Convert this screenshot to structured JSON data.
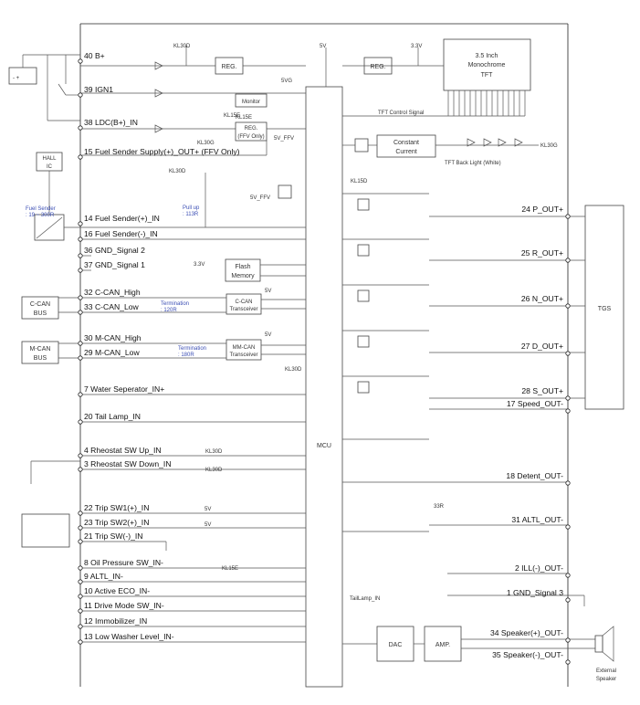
{
  "left_pins": [
    {
      "num": "40",
      "label": "B+"
    },
    {
      "num": "39",
      "label": "IGN1"
    },
    {
      "num": "38",
      "label": "LDC(B+)_IN"
    },
    {
      "num": "15",
      "label": "Fuel Sender Supply(+)_OUT+ (FFV Only)"
    },
    {
      "num": "14",
      "label": "Fuel Sender(+)_IN"
    },
    {
      "num": "16",
      "label": "Fuel Sender(-)_IN"
    },
    {
      "num": "36",
      "label": "GND_Signal 2"
    },
    {
      "num": "37",
      "label": "GND_Signal 1"
    },
    {
      "num": "32",
      "label": "C-CAN_High"
    },
    {
      "num": "33",
      "label": "C-CAN_Low"
    },
    {
      "num": "30",
      "label": "M-CAN_High"
    },
    {
      "num": "29",
      "label": "M-CAN_Low"
    },
    {
      "num": "7",
      "label": "Water Seperator_IN+"
    },
    {
      "num": "20",
      "label": "Tail Lamp_IN"
    },
    {
      "num": "4",
      "label": "Rheostat SW Up_IN"
    },
    {
      "num": "3",
      "label": "Rheostat SW Down_IN"
    },
    {
      "num": "22",
      "label": "Trip SW1(+)_IN"
    },
    {
      "num": "23",
      "label": "Trip SW2(+)_IN"
    },
    {
      "num": "21",
      "label": "Trip SW(-)_IN"
    },
    {
      "num": "8",
      "label": "Oil Pressure SW_IN-"
    },
    {
      "num": "9",
      "label": "ALTL_IN-"
    },
    {
      "num": "10",
      "label": "Active ECO_IN-"
    },
    {
      "num": "11",
      "label": "Drive Mode SW_IN-"
    },
    {
      "num": "12",
      "label": "Immobilizer_IN"
    },
    {
      "num": "13",
      "label": "Low Washer Level_IN-"
    }
  ],
  "right_pins": [
    {
      "num": "24",
      "label": "P_OUT+"
    },
    {
      "num": "25",
      "label": "R_OUT+"
    },
    {
      "num": "26",
      "label": "N_OUT+"
    },
    {
      "num": "27",
      "label": "D_OUT+"
    },
    {
      "num": "28",
      "label": "S_OUT+"
    },
    {
      "num": "17",
      "label": "Speed_OUT-"
    },
    {
      "num": "18",
      "label": "Detent_OUT-"
    },
    {
      "num": "31",
      "label": "ALTL_OUT-"
    },
    {
      "num": "2",
      "label": "ILL(-)_OUT-"
    },
    {
      "num": "1",
      "label": "GND_Signal 3"
    },
    {
      "num": "34",
      "label": "Speaker(+)_OUT-"
    },
    {
      "num": "35",
      "label": "Speaker(-)_OUT-"
    }
  ],
  "blocks": {
    "mcu": "MCU",
    "reg1": "REG.",
    "reg2": "REG.",
    "monitor": "Monitor",
    "reg_ffv_1": "REG.",
    "reg_ffv_2": "(FFV Only)",
    "flash_1": "Flash",
    "flash_2": "Memory",
    "ccan_tr_1": "C-CAN",
    "ccan_tr_2": "Transceiver",
    "mmcan_tr_1": "MM-CAN",
    "mmcan_tr_2": "Transceiver",
    "cc_1": "Constant",
    "cc_2": "Current",
    "dac": "DAC",
    "amp": "AMP.",
    "tgs": "TGS",
    "tft_1": "3.5 Inch",
    "tft_2": "Monochrome",
    "tft_3": "TFT",
    "hall_1": "HALL",
    "hall_2": "IC",
    "ccan_bus_1": "C-CAN",
    "ccan_bus_2": "BUS",
    "mcan_bus_1": "M-CAN",
    "mcan_bus_2": "BUS",
    "ext_spk_1": "External",
    "ext_spk_2": "Speaker"
  },
  "labels": {
    "kl30d_top": "KL30D",
    "v5_top": "5V",
    "v33_top": "3.3V",
    "v5g": "5VG",
    "kl15e_mon": "KL15E",
    "kl30g_a": "KL30G",
    "v5_ffv": "5V_FFV",
    "tft_ctrl": "TFT Control Signal",
    "kl30g_b": "KL30G",
    "tft_backlight": "TFT Back Light (White)",
    "kl30d_fs": "KL30D",
    "v5_ffv_b": "5V_FFV",
    "pullup_1": "Pull up",
    "pullup_2": ": 113R",
    "fuel_sender_1": "Fuel Sender",
    "fuel_sender_2": ": 19 ~ 300R",
    "v33_flash": "3.3V",
    "v5_ccan": "5V",
    "term_c_1": "Termination",
    "term_c_2": ": 120R",
    "v5_mcan": "5V",
    "term_m_1": "Termination",
    "term_m_2": ": 180R",
    "kl30d_mcan": "KL30D",
    "kl15d_out": "KL15D",
    "kl30d_rh1": "KL30D",
    "kl30d_rh2": "KL30D",
    "v5_trip1": "5V",
    "v5_trip2": "5V",
    "kl15e_list": "KL15E",
    "r33": "33R",
    "taillamp_in": "TailLamp_IN"
  }
}
